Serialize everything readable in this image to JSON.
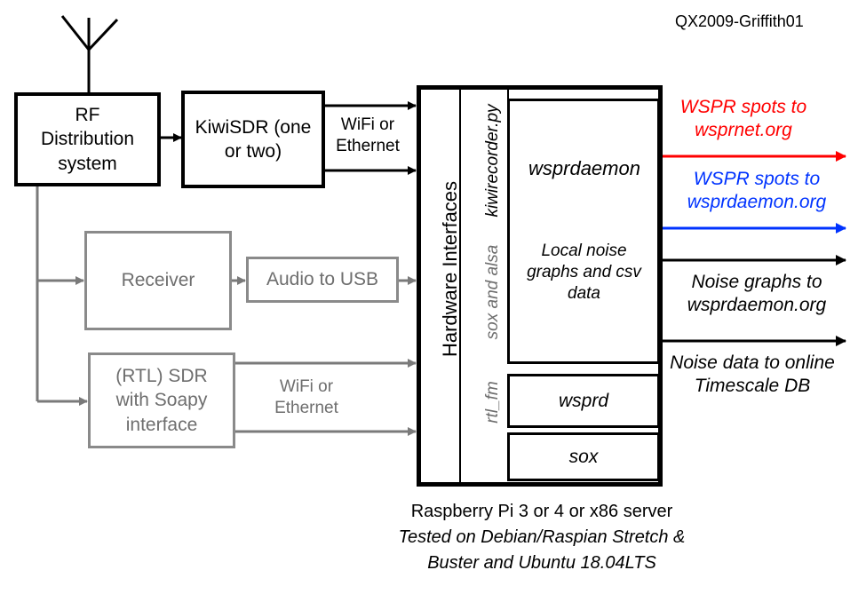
{
  "diagram_id": "QX2009-Griffith01",
  "rf_distribution": "RF Distribution system",
  "kiwisdr": "KiwiSDR (one or two)",
  "link_top": "WiFi or Ethernet",
  "receiver": "Receiver",
  "audio_to_usb": "Audio to USB",
  "rtl_sdr": "(RTL) SDR with Soapy interface",
  "link_bottom": "WiFi or Ethernet",
  "hardware_interfaces": "Hardware Interfaces",
  "kiwirecorder": "kiwirecorder.py",
  "sox_alsa": "sox and alsa",
  "rtl_fm": "rtl_fm",
  "wsprdaemon": "wsprdaemon",
  "local_noise": "Local noise graphs and csv data",
  "wsprd": "wsprd",
  "sox": "sox",
  "outputs": {
    "wsprnet": "WSPR spots to wsprnet.org",
    "wsprdaemon_spots": "WSPR spots to wsprdaemon.org",
    "noise_graphs": "Noise graphs to wsprdaemon.org",
    "noise_data": "Noise data to online Timescale DB"
  },
  "caption_line1": "Raspberry Pi 3 or 4 or  x86 server",
  "caption_line2": "Tested on Debian/Raspian Stretch &",
  "caption_line3": "Buster and Ubuntu 18.04LTS",
  "colors": {
    "red": "#ff0000",
    "blue": "#0033ff",
    "black": "#000000",
    "gray": "#7a7a7a"
  }
}
